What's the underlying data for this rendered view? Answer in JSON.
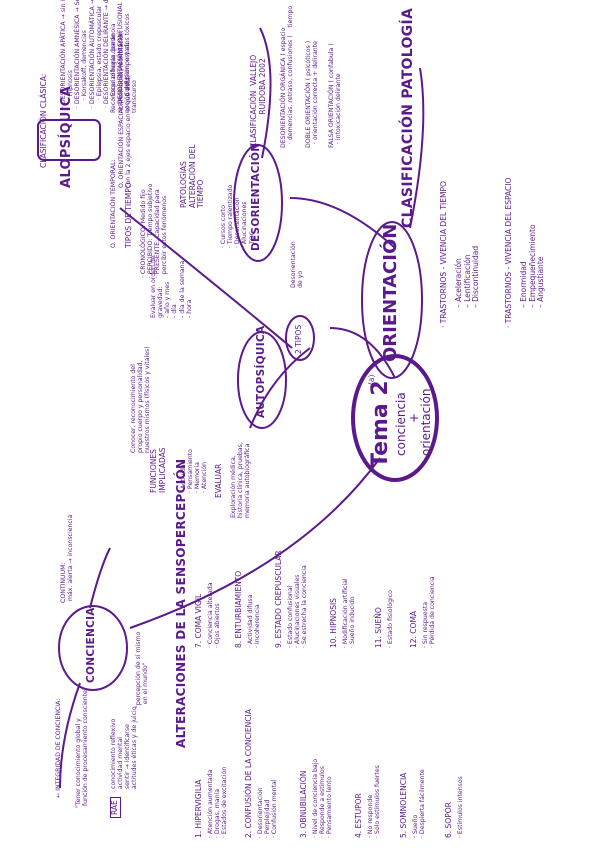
{
  "ink_color": "#5b1a8c",
  "center": {
    "title": "Tema 2",
    "sup": "(a)",
    "sub1": "conciencia",
    "sub2": "+",
    "sub3": "orientación"
  },
  "orientacion": {
    "title": "ORIENTACIÓN",
    "dos_tipos": "2 TIPOS"
  },
  "alopsiquica": {
    "title": "ALOPSÍQUICA",
    "def": "Reconocer el lugar donde\nrespecto a él y orientarse\nnoción del tiempo y su\ntranscurso",
    "o_espacial": "O. ORIENTACIÓN ESPACIAL: Formación (correlación\ncon la 2 ejes espacio en el que está)",
    "o_temporal": "O. ORIENTACIÓN TEMPORAL:",
    "tipos_tiempo": "TIPOS DE TIEMPO",
    "tiempo_list": "· CRONOLÓGICO: Medido fijo\n· PERCIBIDO: Tiempo subjetivo\n· PRESENTE: Capacidad para\n  percibir estos fenómenos",
    "patologias_title": "PATOLOGÍAS\nALTERACIÓN DEL\nTIEMPO",
    "patologias": "· Cursos corto\n· Tiempo ralentizado\n· Desorientación\n· Alucinaciones\n· TOC",
    "eval": "Evaluar en orden de\ngravedad:\n- año y mes\n- día\n- día de la semana\n- hora"
  },
  "autopsiquica": {
    "title": "AUTOPSÍQUICA",
    "def": "Conocer, reconocimiento del\npropio cuerpo y personalidad,\nnuestros mismos (físicos y vitales)",
    "funciones_title": "FUNCIONES\nIMPLICADAS",
    "funciones": "· Actividad\n· Pensamiento\n· Memoria\n· Atención",
    "evaluar_title": "EVALUAR",
    "evaluar": "Exploración médica,\nhistoria clínica, pruebas,\nmemoria autobiográfica"
  },
  "desorientacion": {
    "title": "DESORIENTACIÓN",
    "sub": "Desorientación\nde yo",
    "clasif_vallejo": "CLASIFICACIÓN  VALLEJO\n              RUIDOBA 2002",
    "organica": "DESORIENTACIÓN ORGÁNICA ( espacio\n  · demencias, retraso, confusiones )    tiempo",
    "doble": "DOBLE ORIENTACIÓN ( psicóticos )\n  · orientación correcta + delirante",
    "falsa": "FALSA ORIENTACIÓN ( confabula )\n  · intoxicación delirante",
    "clasif_clasica": "CLASIFICACIÓN CLÁSICA:",
    "clasica": "· DESORIENTACIÓN APÁTICA → sin interés\n    · Hipnosis\n· DESORIENTACIÓN AMNÉSICA → Se memoriza\n    · Korsakoff, demencias\n· DESORIENTACIÓN AUTOMÁTICA → sonambulismo\n    · Epilepsia, estado crepuscular\n· DESORIENTACIÓN DELIRANTE → desorientación\n    · Esquizofrenia, paranoia\n· DESORIENTACIÓN CONFUSIONAL\n    · Confusión, estados tóxicos"
  },
  "clasif_patologia": {
    "title": "CLASIFICACIÓN PATOLOGÍA",
    "trastornos_tiempo": "· TRASTORNOS - VIVENCIA DEL TIEMPO",
    "tiempo_items": "– Aceleración\n– Lentificación\n– Discontinuidad",
    "trastornos_espacio": "· TRASTORNOS - VIVENCIA DEL ESPACIO",
    "espacio_items": "– Enormidad\n– Empequeñecimiento\n– Angustiante"
  },
  "conciencia": {
    "title": "CONCIENCIA",
    "continuum": "CONTINUUM:\n máx. alerta → inconsciencia",
    "percepcion": "\"percepción de sí mismo\n  en el mundo\"",
    "def": "\"Tener conocimiento global y\n función de procesamiento consciente\"",
    "integridad": "← INTEGRIDAD DE CONCIENCIA:",
    "rae_label": "RAE",
    "rae": ": conocimiento reflexivo\n  actividad mental\n  sentir → identificarse\n  actitudes éticas y de juicio"
  },
  "alteraciones": {
    "title": "ALTERACIONES DE LA SENSOPERCEPCIÓN",
    "items": [
      {
        "h": "1. HIPERVIGILIA",
        "b": "· Atención aumentada\n· Drogas, manía\n· Estados de excitación"
      },
      {
        "h": "2. CONFUSIÓN DE LA CONCIENCIA",
        "b": "· Desorientación\n· Perplejidad\n· Confusión mental"
      },
      {
        "h": "3. OBNUBILACIÓN",
        "b": "· Nivel de conciencia bajo\n· Responde a estímulos\n· Pensamiento lento"
      },
      {
        "h": "4. ESTUPOR",
        "b": "· No responde\n· Sólo estímulos fuertes"
      },
      {
        "h": "5. SOMNOLENCIA",
        "b": "· Sueño\n· Despierta fácilmente"
      },
      {
        "h": "6. SOPOR",
        "b": "· Estímulos intensos"
      },
      {
        "h": "7. COMA VIGIL",
        "b": "· Conciencia alterada\n· Ojos abiertos"
      },
      {
        "h": "8. ENTURBIAMIENTO",
        "b": "· Actividad difusa\n· Incoherencia"
      },
      {
        "h": "9. ESTADO CREPUSCULAR",
        "b": "· Estado confusional\n· Alucinaciones visuales\n· Se estrecha la conciencia"
      },
      {
        "h": "10. HIPNOSIS",
        "b": "· Modificación artificial\n· Sueño inducido"
      },
      {
        "h": "11. SUEÑO",
        "b": "· Estado fisiológico"
      },
      {
        "h": "12. COMA",
        "b": "· Sin respuesta\n· Pérdida de conciencia"
      }
    ]
  }
}
